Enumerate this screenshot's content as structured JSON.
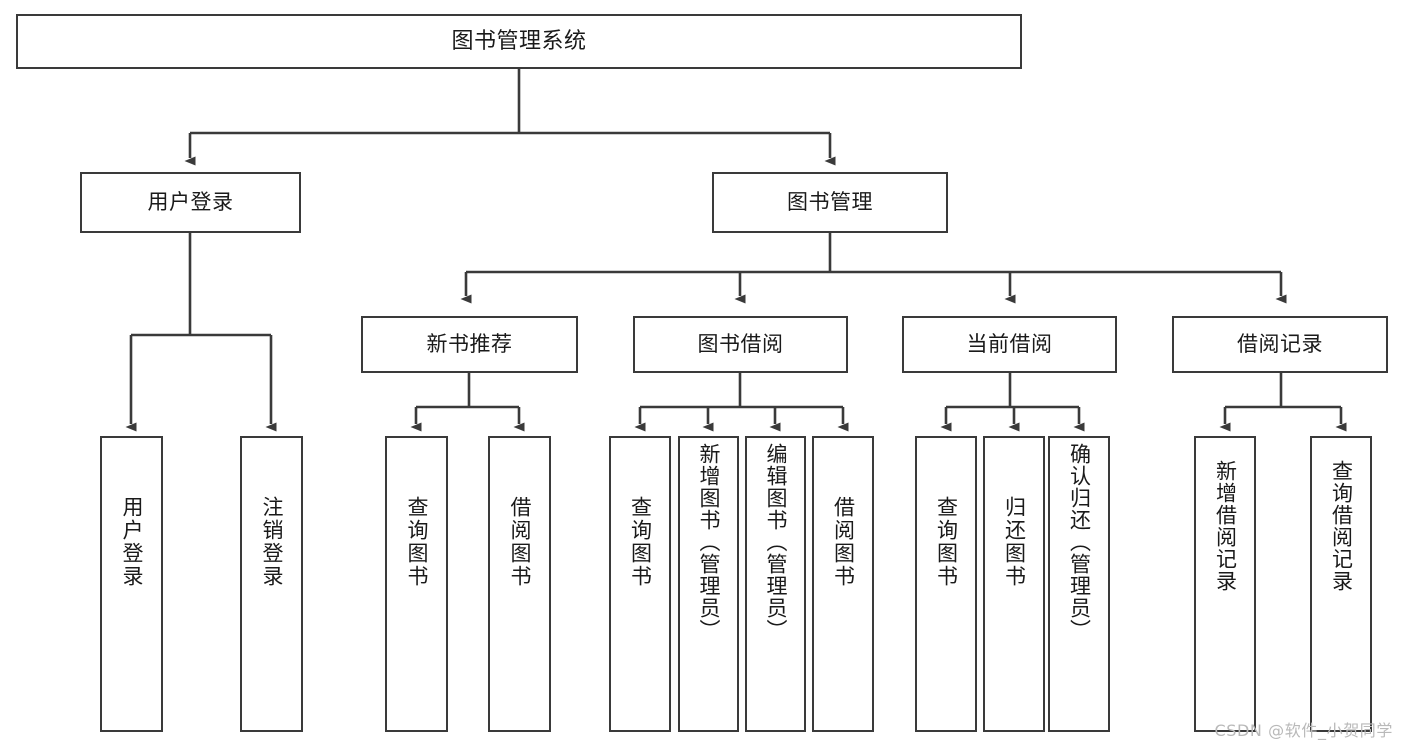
{
  "diagram": {
    "title": "图书管理系统",
    "type": "functional-structure-tree",
    "watermark": "CSDN @软件_小贺同学",
    "colors": {
      "background": "#ffffff",
      "node_border": "#3a3a3a",
      "node_fill": "#ffffff",
      "edge": "#3a3a3a",
      "text": "#1a1a1a",
      "watermark": "#b9b9b9"
    },
    "nodes": {
      "root": {
        "label": "图书管理系统"
      },
      "level2": [
        {
          "id": "user-login",
          "label": "用户登录"
        },
        {
          "id": "book-manage",
          "label": "图书管理"
        }
      ],
      "level3": [
        {
          "id": "new-book-recommend",
          "label": "新书推荐"
        },
        {
          "id": "book-borrow",
          "label": "图书借阅"
        },
        {
          "id": "current-borrow",
          "label": "当前借阅"
        },
        {
          "id": "borrow-record",
          "label": "借阅记录"
        }
      ],
      "leaves": {
        "user-login": [
          {
            "id": "leaf-user-login",
            "label": "用户登录"
          },
          {
            "id": "leaf-logout-login",
            "label": "注销登录"
          }
        ],
        "new-book-recommend": [
          {
            "id": "leaf-query-book-1",
            "label": "查询图书"
          },
          {
            "id": "leaf-borrow-book-1",
            "label": "借阅图书"
          }
        ],
        "book-borrow": [
          {
            "id": "leaf-query-book-2",
            "label": "查询图书"
          },
          {
            "id": "leaf-add-book-admin",
            "label": "新增图书（管理员）"
          },
          {
            "id": "leaf-edit-book-admin",
            "label": "编辑图书（管理员）"
          },
          {
            "id": "leaf-borrow-book-2",
            "label": "借阅图书"
          }
        ],
        "current-borrow": [
          {
            "id": "leaf-query-book-3",
            "label": "查询图书"
          },
          {
            "id": "leaf-return-book",
            "label": "归还图书"
          },
          {
            "id": "leaf-confirm-return-admin",
            "label": "确认归还（管理员）"
          }
        ],
        "borrow-record": [
          {
            "id": "leaf-add-borrow-record",
            "label": "新增借阅记录"
          },
          {
            "id": "leaf-query-borrow-record",
            "label": "查询借阅记录"
          }
        ]
      }
    }
  }
}
